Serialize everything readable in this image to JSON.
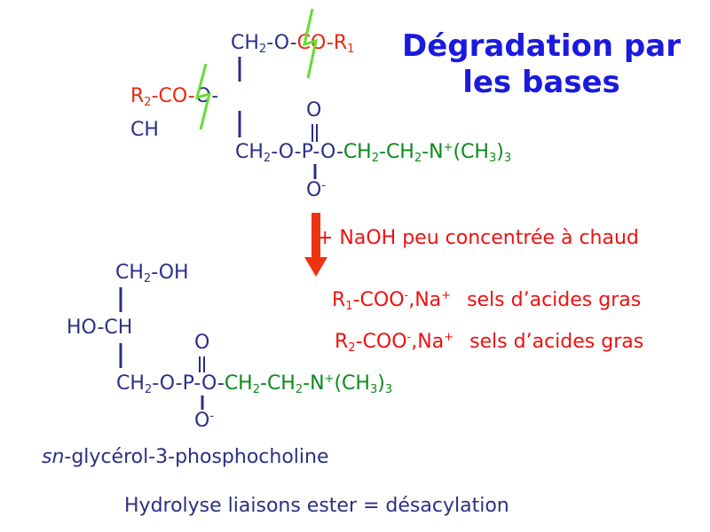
{
  "title": {
    "line1": "Dégradation par",
    "line2": "les bases"
  },
  "top_molecule": {
    "ch2": "CH",
    "sub2": "2",
    "o_dash": "-O-",
    "co_r": "CO-R",
    "r_sub": "1",
    "r2": "R",
    "r2_sub": "2",
    "r2_rest": "-CO-",
    "o_dash2": "O-",
    "ch": "CH",
    "o_top": "O",
    "bottom_ch2": "CH",
    "bottom_sub": "2",
    "bottom_o_p_o": "-O-P-O-",
    "choline_part1": "CH",
    "ch2_sub1": "2",
    "choline_dash": "-CH",
    "ch2_sub2": "2",
    "choline_n": "-N",
    "n_charge": "+",
    "choline_ch3": "(CH",
    "ch3_sub": "3",
    "choline_close": ")",
    "trimethyl_sub": "3",
    "o_bottom": "O",
    "o_charge": "-"
  },
  "reaction": {
    "reagent": "+ NaOH peu concentrée à chaud"
  },
  "salts": [
    {
      "r": "R",
      "r_sub": "1",
      "coo": "-COO",
      "charge": "-",
      "na": ",Na",
      "na_charge": "+",
      "label": "sels d’acides gras"
    },
    {
      "r": "R",
      "r_sub": "2",
      "coo": "-COO",
      "charge": "-",
      "na": ",Na",
      "na_charge": "+",
      "label": "sels d’acides gras"
    }
  ],
  "product": {
    "ch2oh_ch": "CH",
    "ch2oh_sub": "2",
    "ch2oh_rest": "-OH",
    "ho_ch": "HO-CH",
    "o_top": "O",
    "bottom_ch2": "CH",
    "bottom_sub": "2",
    "bottom_o_p_o": "-O-P-O-",
    "choline_part1": "CH",
    "ch2_sub1": "2",
    "choline_dash": "-CH",
    "ch2_sub2": "2",
    "choline_n": "-N",
    "n_charge": "+",
    "choline_ch3": "(CH",
    "ch3_sub": "3",
    "choline_close": ")",
    "trimethyl_sub": "3",
    "o_bottom": "O",
    "o_charge": "-",
    "name_italic": "sn",
    "name_rest": "-glycérol-3-phosphocholine"
  },
  "footer": "Hydrolyse liaisons ester = désacylation",
  "colors": {
    "navy": "#2b2f86",
    "red": "#e8280e",
    "green": "#0b8a1c",
    "title_blue": "#1a1adf",
    "lime": "#66dd33",
    "arrow": "#ee3311"
  },
  "icons": {
    "cleavage_mark": "lightning-icon",
    "reaction_arrow": "arrow-down-icon"
  }
}
